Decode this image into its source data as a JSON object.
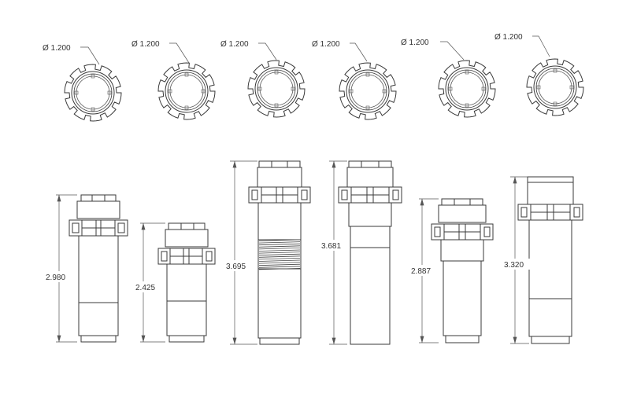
{
  "top_view": {
    "diameter_labels": [
      "Ø 1.200",
      "Ø 1.200",
      "Ø 1.200",
      "Ø 1.200",
      "Ø 1.200",
      "Ø 1.200"
    ]
  },
  "side_view": {
    "length_labels": [
      "2.980",
      "2.425",
      "3.695",
      "3.681",
      "2.887",
      "3.320"
    ]
  }
}
